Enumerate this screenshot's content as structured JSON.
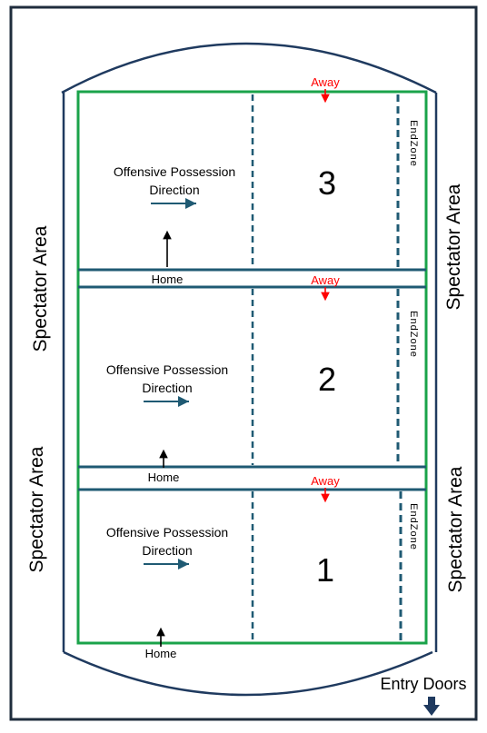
{
  "colors": {
    "frame": "#1f2d3d",
    "court_line": "#1f5a73",
    "field_border": "#1aa34a",
    "away": "#ff0000",
    "text": "#000000"
  },
  "spectator_labels": {
    "left_top": "Spectator Area",
    "left_bottom": "Spectator Area",
    "right_top": "Spectator Area",
    "right_bottom": "Spectator Area"
  },
  "entry": {
    "label": "Entry Doors",
    "icon": "down-arrow-icon"
  },
  "fields": [
    {
      "number": "3",
      "possession_line1": "Offensive Possession",
      "possession_line2": "Direction",
      "away_label": "Away",
      "home_label": "Home",
      "endzone_label": "EndZone"
    },
    {
      "number": "2",
      "possession_line1": "Offensive Possession",
      "possession_line2": "Direction",
      "away_label": "Away",
      "home_label": "Home",
      "endzone_label": "EndZone"
    },
    {
      "number": "1",
      "possession_line1": "Offensive Possession",
      "possession_line2": "Direction",
      "away_label": "Away",
      "home_label": "Home",
      "endzone_label": "EndZone"
    }
  ]
}
